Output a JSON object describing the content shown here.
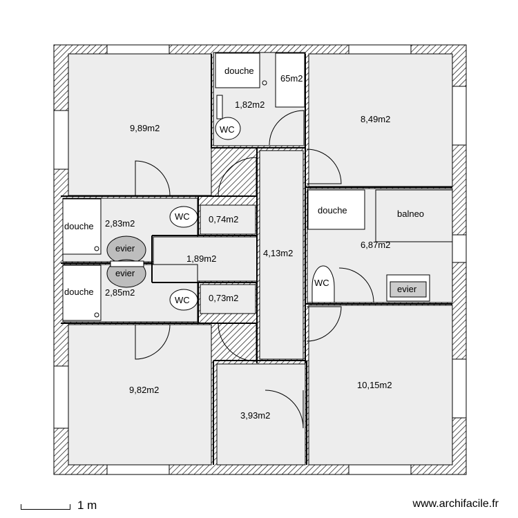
{
  "plan": {
    "rooms": [
      {
        "key": "ch1",
        "area": "9,89m2"
      },
      {
        "key": "sdb_top",
        "area": "1,82m2"
      },
      {
        "key": "placard_top",
        "area": "65m2"
      },
      {
        "key": "ch2",
        "area": "8,49m2"
      },
      {
        "key": "sdb_a",
        "area": "2,83m2"
      },
      {
        "key": "wc_a",
        "area": "0,74m2"
      },
      {
        "key": "cellier",
        "area": "1,89m2"
      },
      {
        "key": "couloir",
        "area": "4,13m2"
      },
      {
        "key": "sdb_right",
        "area": "6,87m2"
      },
      {
        "key": "sdb_b",
        "area": "2,85m2"
      },
      {
        "key": "wc_b",
        "area": "0,73m2"
      },
      {
        "key": "ch3",
        "area": "9,82m2"
      },
      {
        "key": "entree",
        "area": "3,93m2"
      },
      {
        "key": "ch4",
        "area": "10,15m2"
      }
    ],
    "fixtures": {
      "douche": "douche",
      "wc": "WC",
      "evier": "evier",
      "balneo": "balneo"
    }
  },
  "scale": {
    "label": "1 m"
  },
  "credit": "www.archifacile.fr",
  "colors": {
    "room_fill": "#ededed",
    "wall": "#000000",
    "paper": "#ffffff"
  }
}
